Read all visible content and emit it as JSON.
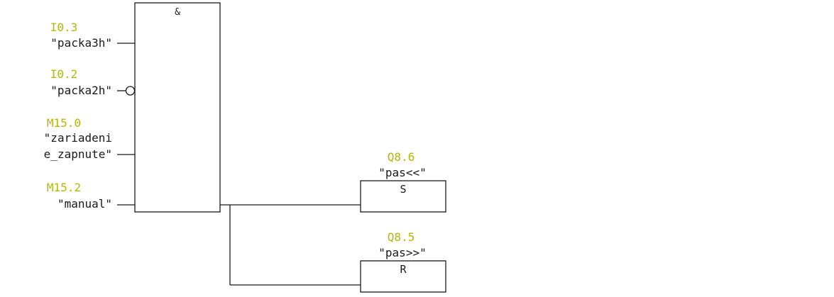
{
  "and_block": {
    "label": "&"
  },
  "inputs": [
    {
      "address": "I0.3",
      "symbol": [
        "\"packa3h\""
      ],
      "negated": false
    },
    {
      "address": "I0.2",
      "symbol": [
        "\"packa2h\""
      ],
      "negated": true
    },
    {
      "address": "M15.0",
      "symbol": [
        "\"zariadeni",
        "e_zapnute\""
      ],
      "negated": false
    },
    {
      "address": "M15.2",
      "symbol": [
        "\"manual\""
      ],
      "negated": false
    }
  ],
  "coils": [
    {
      "address": "Q8.6",
      "symbol": "\"pas<<\"",
      "label": "S"
    },
    {
      "address": "Q8.5",
      "symbol": "\"pas>>\"",
      "label": "R"
    }
  ],
  "colors": {
    "address": "#b5b800",
    "line": "#1a1a1a",
    "background": "#ffffff"
  }
}
